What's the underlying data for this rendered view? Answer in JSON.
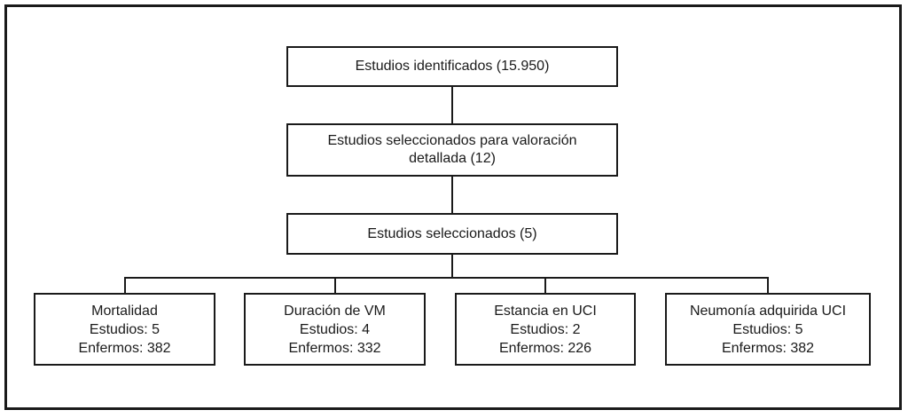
{
  "colors": {
    "background": "#ffffff",
    "line": "#1a1a1a",
    "text": "#1a1a1a"
  },
  "flow": {
    "identified": {
      "label": "Estudios identificados (15.950)",
      "count": "15.950"
    },
    "detailed": {
      "label": "Estudios seleccionados para valoración detallada (12)",
      "count": "12"
    },
    "selected": {
      "label": "Estudios seleccionados (5)",
      "count": "5"
    },
    "outcomes": [
      {
        "title": "Mortalidad",
        "estudios": "Estudios: 5",
        "enfermos": "Enfermos: 382"
      },
      {
        "title": "Duración de VM",
        "estudios": "Estudios: 4",
        "enfermos": "Enfermos: 332"
      },
      {
        "title": "Estancia en UCI",
        "estudios": "Estudios: 2",
        "enfermos": "Enfermos: 226"
      },
      {
        "title": "Neumonía adquirida UCI",
        "estudios": "Estudios: 5",
        "enfermos": "Enfermos: 382"
      }
    ]
  }
}
